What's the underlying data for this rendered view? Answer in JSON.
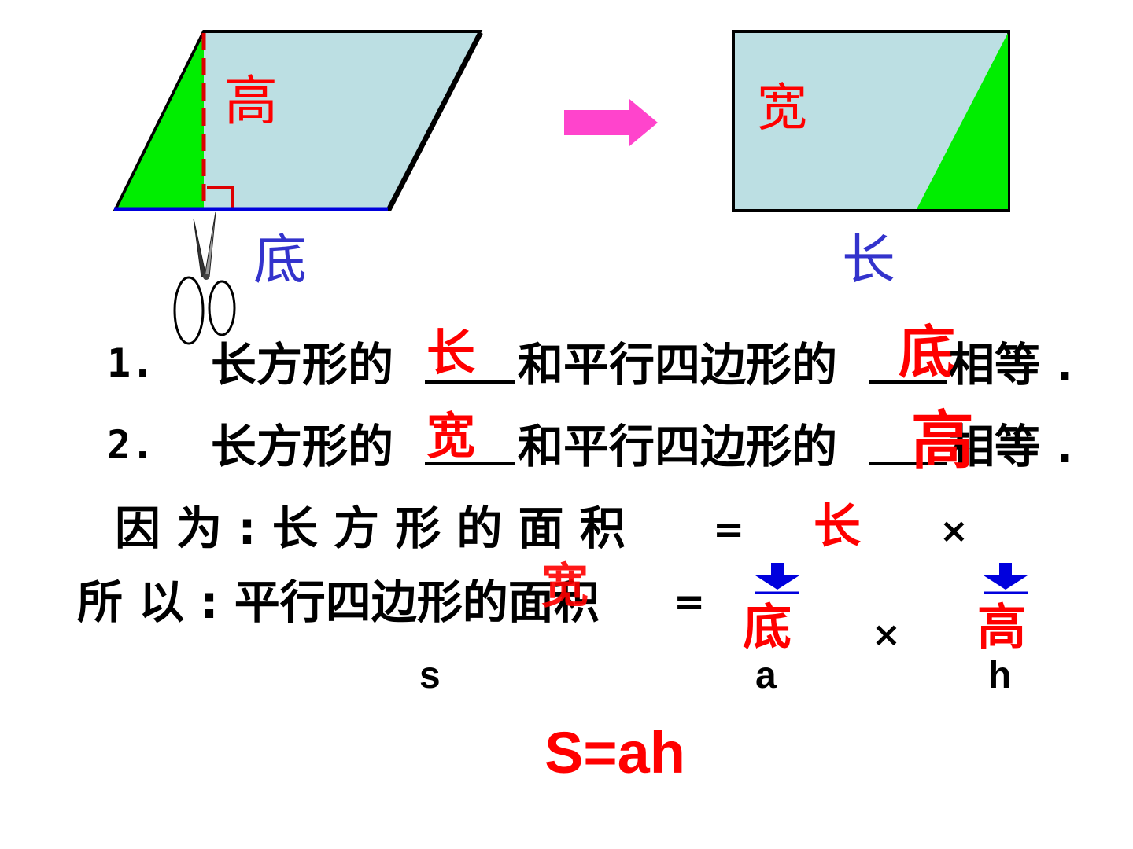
{
  "diagram": {
    "parallelogram_height_label": "高",
    "parallelogram_base_label": "底",
    "rectangle_width_label": "宽",
    "rectangle_length_label": "长",
    "colors": {
      "shape_fill": "#bcdfe3",
      "cut_piece": "#00ee00",
      "arrow": "#ff44cc",
      "base_line": "#0000dd",
      "height_dash": "#dd0000",
      "label_red": "#ff0000",
      "label_blue": "#3333cc"
    }
  },
  "statements": [
    {
      "num": "1.",
      "prefix": "长方形的",
      "fill1": "长",
      "middle": "和平行四边形的",
      "fill2": "底",
      "suffix": "相等 ."
    },
    {
      "num": "2.",
      "prefix": "长方形的",
      "fill1": "宽",
      "middle": "和平行四边形的",
      "fill2": "高",
      "suffix": "相等 ."
    }
  ],
  "because": {
    "text": "因 为 : 长 方 形 的 面 积",
    "equals": "=",
    "length": "长",
    "times": "×",
    "width": "宽"
  },
  "therefore": {
    "text": "所 以 : 平行四边形的面积",
    "equals": "=",
    "base": "底",
    "times": "×",
    "height": "高"
  },
  "symbols": {
    "s": "s",
    "a": "a",
    "h": "h"
  },
  "formula": "S=ah"
}
